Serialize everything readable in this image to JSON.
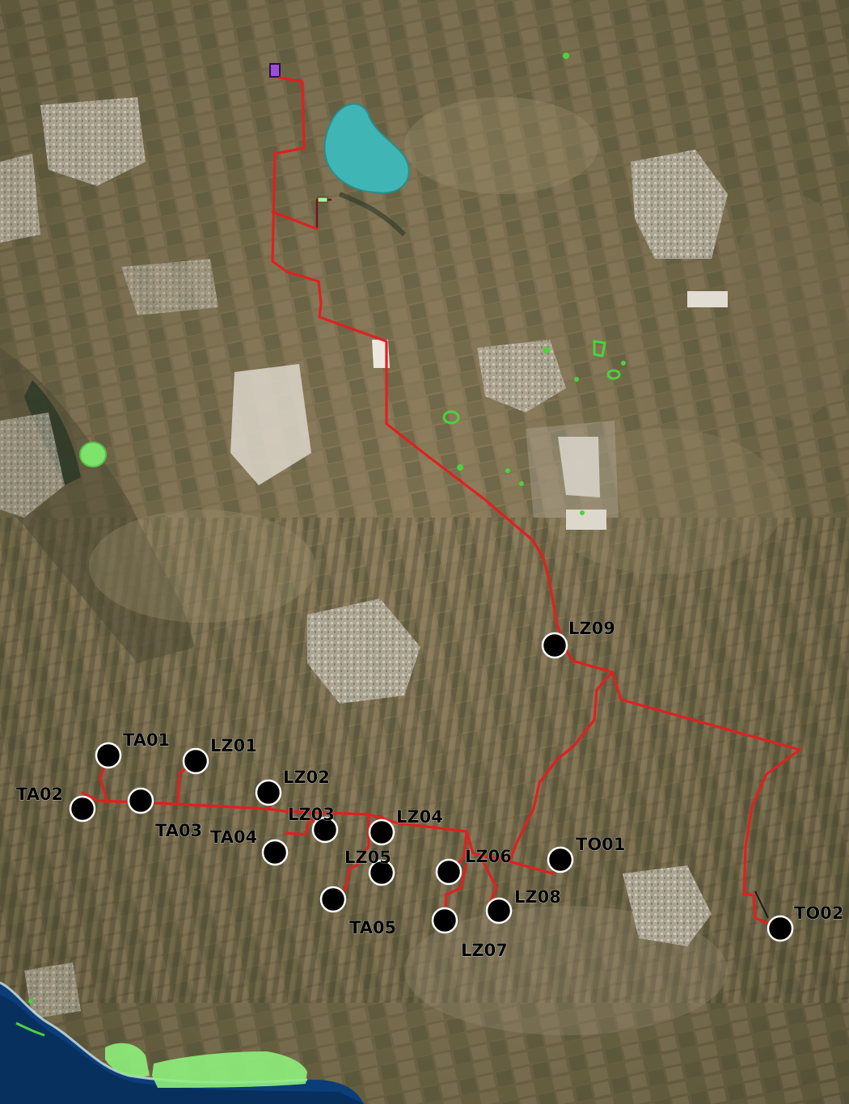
{
  "map": {
    "style": "satellite",
    "colors": {
      "cable_route": "#e02020",
      "cable_secondary": "#1a1a1a",
      "turbine_fill": "#000000",
      "turbine_outline": "#ffffff",
      "protected_area": "#7ee36a",
      "substation": "#9b4fd6",
      "sea": "#0b3d78",
      "lake": "#3fb6b5"
    },
    "turbines": [
      {
        "id": "TA01",
        "label": "TA01"
      },
      {
        "id": "TA02",
        "label": "TA02"
      },
      {
        "id": "TA03",
        "label": "TA03"
      },
      {
        "id": "TA04",
        "label": "TA04"
      },
      {
        "id": "TA05",
        "label": "TA05"
      },
      {
        "id": "LZ01",
        "label": "LZ01"
      },
      {
        "id": "LZ02",
        "label": "LZ02"
      },
      {
        "id": "LZ03",
        "label": "LZ03"
      },
      {
        "id": "LZ04",
        "label": "LZ04"
      },
      {
        "id": "LZ05",
        "label": "LZ05"
      },
      {
        "id": "LZ06",
        "label": "LZ06"
      },
      {
        "id": "LZ07",
        "label": "LZ07"
      },
      {
        "id": "LZ08",
        "label": "LZ08"
      },
      {
        "id": "LZ09",
        "label": "LZ09"
      },
      {
        "id": "TO01",
        "label": "TO01"
      },
      {
        "id": "TO02",
        "label": "TO02"
      }
    ]
  }
}
